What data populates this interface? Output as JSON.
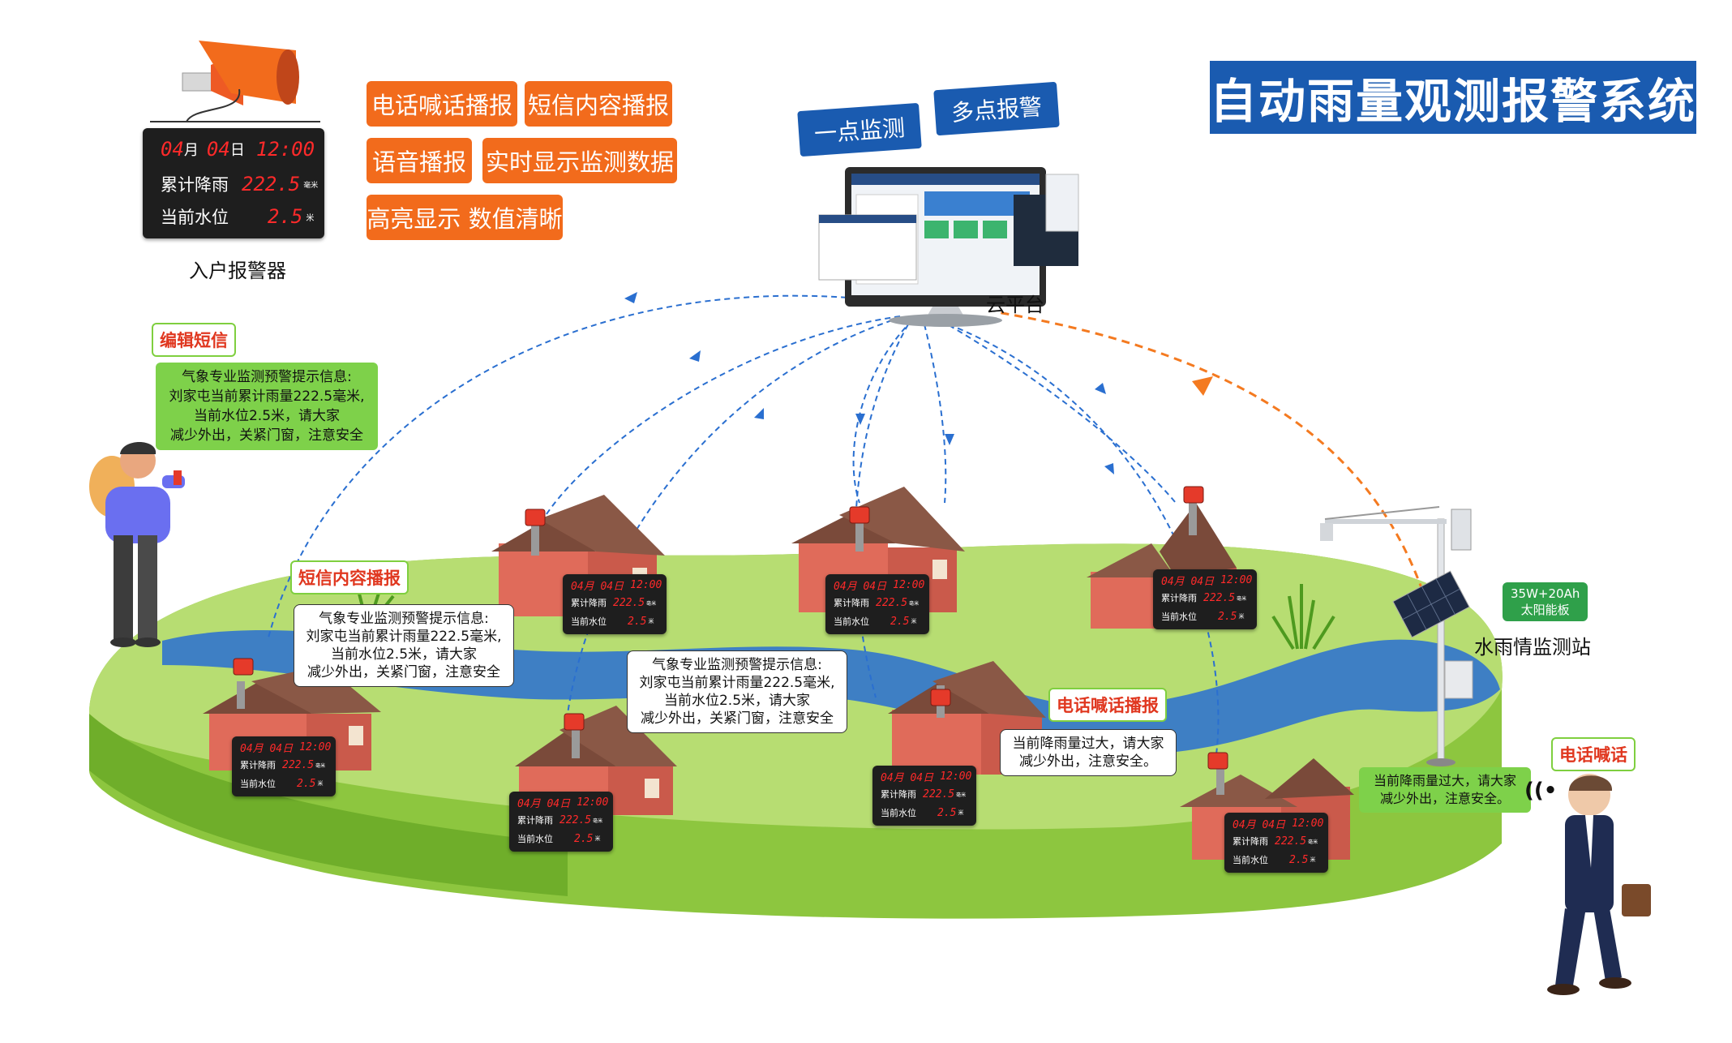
{
  "title": "自动雨量观测报警系统",
  "features": [
    "电话喊话播报",
    "短信内容播报",
    "语音播报",
    "实时显示监测数据",
    "高亮显示 数值清晰"
  ],
  "cloud": {
    "tags": [
      "一点监测",
      "多点报警"
    ],
    "label": "云平台"
  },
  "household_alarm": {
    "label": "入户报警器",
    "date_month": "04",
    "month_unit": "月",
    "date_day": "04",
    "day_unit": "日",
    "time": "12:00",
    "rain_label": "累计降雨",
    "rain_value": "222.5",
    "rain_unit": "毫米",
    "level_label": "当前水位",
    "level_value": "2.5",
    "level_unit": "米"
  },
  "panel_small": {
    "date": "04月 04日",
    "time": "12:00",
    "rain_label": "累计降雨",
    "rain_value": "222.5",
    "rain_unit": "毫米",
    "level_label": "当前水位",
    "level_value": "2.5",
    "level_unit": "米"
  },
  "tags": {
    "edit_sms": "编辑短信",
    "sms_broadcast": "短信内容播报",
    "phone_broadcast": "电话喊话播报",
    "phone_call": "电话喊话"
  },
  "messages": {
    "sms": [
      "气象专业监测预警提示信息:",
      "刘家屯当前累计雨量222.5毫米,",
      "当前水位2.5米，请大家",
      "减少外出，关紧门窗，注意安全"
    ],
    "phone": [
      "当前降雨量过大，请大家",
      "减少外出，注意安全。"
    ]
  },
  "station": {
    "label": "水雨情监测站",
    "solar_line1": "35W+20Ah",
    "solar_line2": "太阳能板"
  }
}
